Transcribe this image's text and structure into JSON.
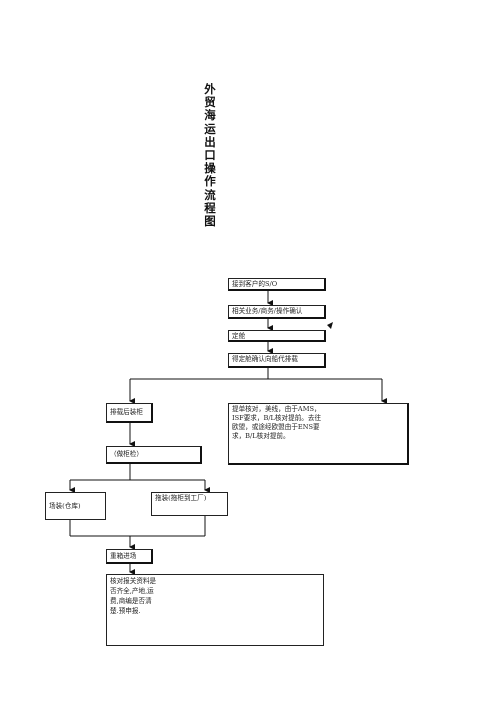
{
  "title": "外贸海运出口操作流程图",
  "nodes": {
    "receive_so": "接到客户的S/O",
    "confirm": "相关业务/商务/操作确认",
    "book": "定舱",
    "booked_notify": "得定舱确认向船代排载",
    "after_load": "排载后装柜",
    "bl_check": "提单核对，美线，由于AMS，ISF要求，B/L核对提前。去往欧盟，或途经欧盟由于ENS要求，B/L核对提前。",
    "inspection": "（做柜检）",
    "yard_load": "场装(仓库)",
    "factory_load": "拖装(拖柜到工厂)",
    "heavy_in": "重箱进场",
    "customs_check": "核对报关资料是否齐全,产地,运费,商编是否清楚.预申报."
  }
}
